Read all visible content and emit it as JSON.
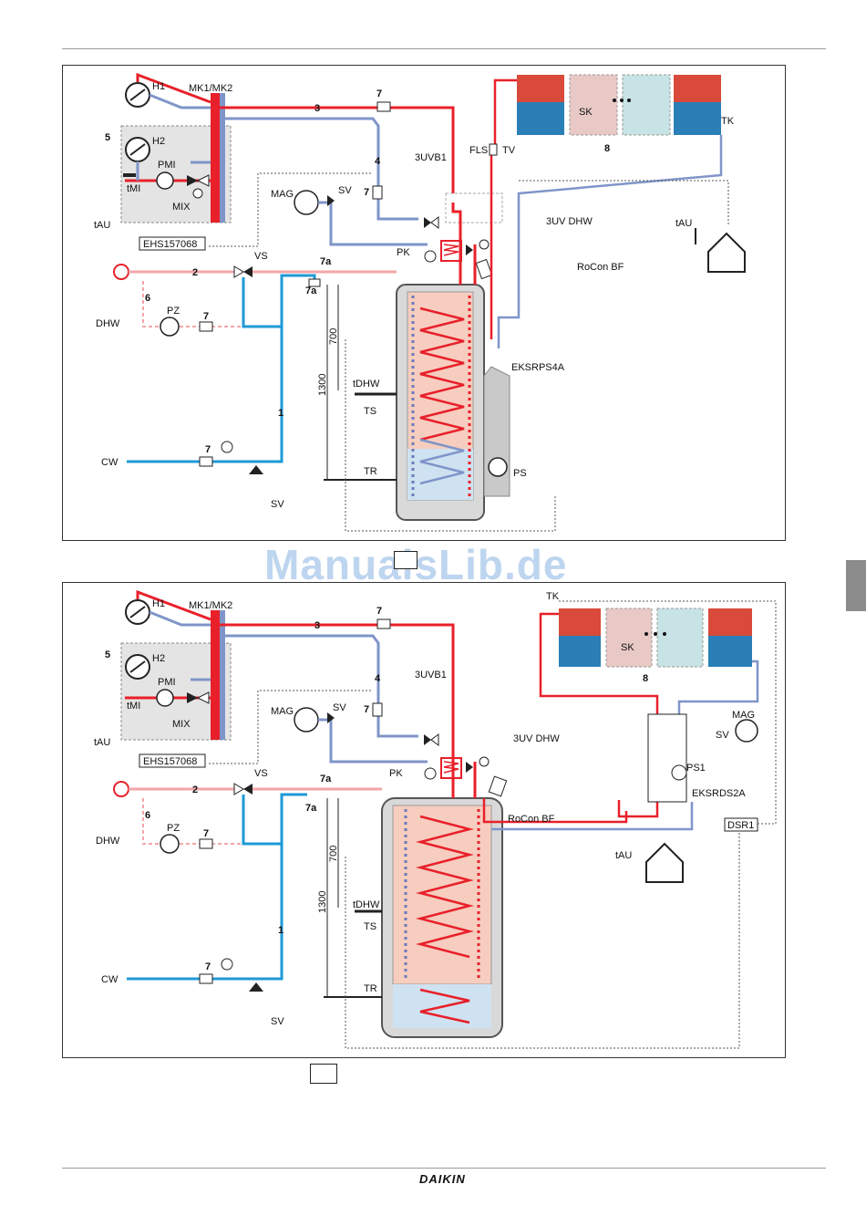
{
  "page": {
    "watermark": "ManualsLib.de",
    "brand": "DAIKIN"
  },
  "diagram1": {
    "labels": {
      "h1": "H1",
      "h2": "H2",
      "mk": "MK1/MK2",
      "pmi": "PMI",
      "tmi": "tMI",
      "mix": "MIX",
      "ehs": "EHS157068",
      "tau": "tAU",
      "mag": "MAG",
      "sv": "SV",
      "vs": "VS",
      "uvb": "3UVB1",
      "uvdhw": "3UV DHW",
      "pk": "PK",
      "rocon": "RoCon BF",
      "fls": "FLS",
      "tv": "TV",
      "sk": "SK",
      "tk": "TK",
      "eks": "EKSRPS4A",
      "ps": "PS",
      "dhw": "DHW",
      "pz": "PZ",
      "cw": "CW",
      "tdhw": "tDHW",
      "ts": "TS",
      "tr": "TR",
      "d700": "700",
      "d1300": "1300"
    },
    "numbers": {
      "n1": "1",
      "n2": "2",
      "n3": "3",
      "n4": "4",
      "n5": "5",
      "n6": "6",
      "n7": "7",
      "n7a": "7a",
      "n8": "8"
    }
  },
  "diagram2": {
    "labels": {
      "h1": "H1",
      "h2": "H2",
      "mk": "MK1/MK2",
      "pmi": "PMI",
      "tmi": "tMI",
      "mix": "MIX",
      "ehs": "EHS157068",
      "tau": "tAU",
      "mag": "MAG",
      "sv": "SV",
      "vs": "VS",
      "uvb": "3UVB1",
      "uvdhw": "3UV DHW",
      "pk": "PK",
      "rocon": "RoCon BF",
      "sk": "SK",
      "tk": "TK",
      "ps1": "PS1",
      "eks": "EKSRDS2A",
      "dsr": "DSR1",
      "dhw": "DHW",
      "pz": "PZ",
      "cw": "CW",
      "tdhw": "tDHW",
      "ts": "TS",
      "tr": "TR",
      "d700": "700",
      "d1300": "1300"
    },
    "numbers": {
      "n1": "1",
      "n2": "2",
      "n3": "3",
      "n4": "4",
      "n5": "5",
      "n6": "6",
      "n7": "7",
      "n7a": "7a",
      "n8": "8"
    }
  },
  "colors": {
    "hot": "#e8202a",
    "cold": "#1e9ad6",
    "return": "#7f95c9",
    "dhw": "#f2a6a8",
    "tank": "#d9d9d9"
  }
}
